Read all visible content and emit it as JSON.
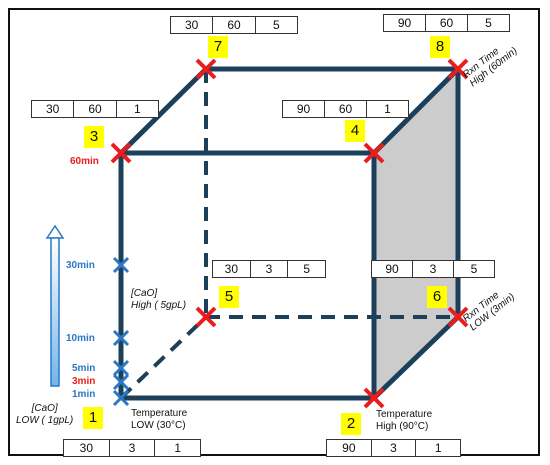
{
  "colors": {
    "edge": "#1c3f5a",
    "marker": "#e81d1d",
    "cross": "#2b78c4",
    "shade": "#cccccc",
    "badge": "#ffff00",
    "time_red": "#e81d1d",
    "time_blue": "#2b78c4"
  },
  "corners": [
    {
      "number": "1",
      "values": [
        "30",
        "3",
        "1"
      ]
    },
    {
      "number": "2",
      "values": [
        "90",
        "3",
        "1"
      ]
    },
    {
      "number": "3",
      "values": [
        "30",
        "60",
        "1"
      ]
    },
    {
      "number": "4",
      "values": [
        "90",
        "60",
        "1"
      ]
    },
    {
      "number": "5",
      "values": [
        "30",
        "3",
        "5"
      ]
    },
    {
      "number": "6",
      "values": [
        "90",
        "3",
        "5"
      ]
    },
    {
      "number": "7",
      "values": [
        "30",
        "60",
        "5"
      ]
    },
    {
      "number": "8",
      "values": [
        "90",
        "60",
        "5"
      ]
    }
  ],
  "labels": {
    "temp_low": [
      "Temperature",
      "LOW (30°C)"
    ],
    "temp_high": [
      "Temperature",
      "High (90°C)"
    ],
    "cao_low": [
      "[CaO]",
      "LOW ( 1gpL)"
    ],
    "cao_high": [
      "[CaO]",
      "High ( 5gpL)"
    ],
    "rxn_low": [
      "Rxn Time",
      "LOW (3min)"
    ],
    "rxn_high": [
      "Rxn Time",
      "High (60min)"
    ]
  },
  "time_points": {
    "t60": "60min",
    "t30": "30min",
    "t10": "10min",
    "t5": "5min",
    "t3": "3min",
    "t1": "1min"
  }
}
